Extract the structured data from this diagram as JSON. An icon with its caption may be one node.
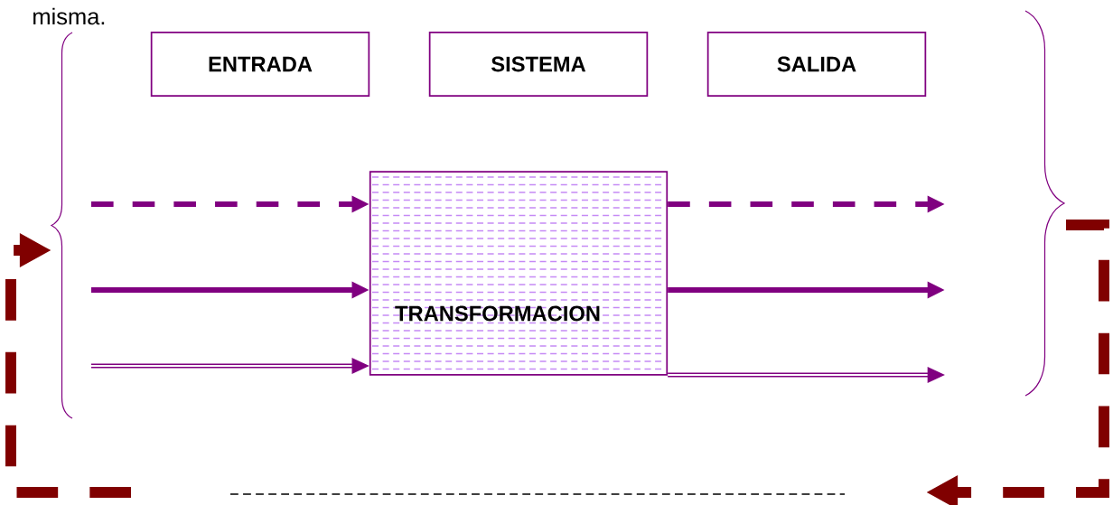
{
  "diagram": {
    "nodes": [
      {
        "text": [
          "ENTRADA"
        ]
      },
      {
        "text": [
          "SISTEMA"
        ]
      },
      {
        "text": [
          "SALIDA"
        ]
      },
      {
        "text": [
          "TRANSFORMACION"
        ]
      }
    ],
    "edges": [
      {
        "from": null,
        "to": 3,
        "arrow": "to",
        "style": "dashed"
      },
      {
        "from": null,
        "to": 3,
        "arrow": "to"
      },
      {
        "from": null,
        "to": 3,
        "arrow": "to"
      },
      {
        "from": 3,
        "to": null,
        "arrow": "to",
        "style": "dashed"
      },
      {
        "from": 3,
        "to": null,
        "arrow": "to"
      },
      {
        "from": 3,
        "to": null,
        "arrow": "to"
      }
    ],
    "labels": [
      "misma."
    ]
  }
}
